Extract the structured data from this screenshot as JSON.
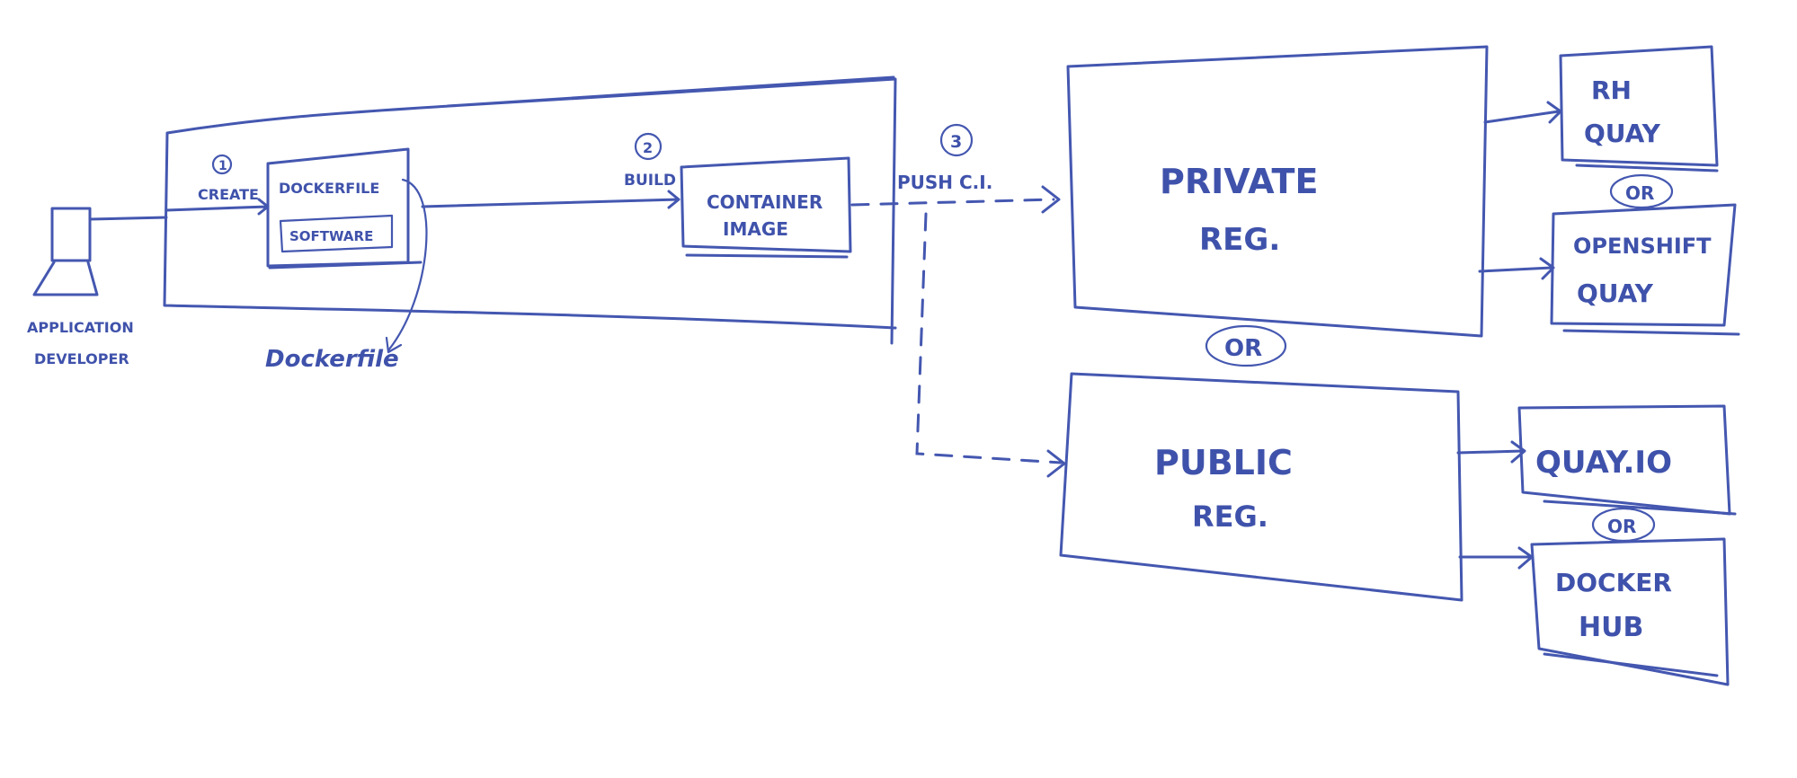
{
  "developer": {
    "line1": "APPLICATION",
    "line2": "DEVELOPER"
  },
  "steps": {
    "step1": {
      "number": "1",
      "label": "CREATE"
    },
    "step2": {
      "number": "2",
      "label": "BUILD"
    },
    "step3": {
      "number": "3",
      "label": "PUSH C.I."
    }
  },
  "dockerfile_box": {
    "title": "DOCKERFILE",
    "inner": "SOFTWARE"
  },
  "dockerfile_note": "Dockerfile",
  "container_image": {
    "line1": "CONTAINER",
    "line2": "IMAGE"
  },
  "private_registry": {
    "line1": "PRIVATE",
    "line2": "REG."
  },
  "public_registry": {
    "line1": "PUBLIC",
    "line2": "REG."
  },
  "or_label": "OR",
  "private_options": [
    {
      "line1": "RH",
      "line2": "QUAY"
    },
    {
      "line1": "OPENSHIFT",
      "line2": "QUAY"
    }
  ],
  "public_options": [
    {
      "line1": "QUAY.IO",
      "line2": ""
    },
    {
      "line1": "DOCKER",
      "line2": "HUB"
    }
  ],
  "colors": {
    "ink": "#4457b0",
    "board": "#ffffff"
  }
}
